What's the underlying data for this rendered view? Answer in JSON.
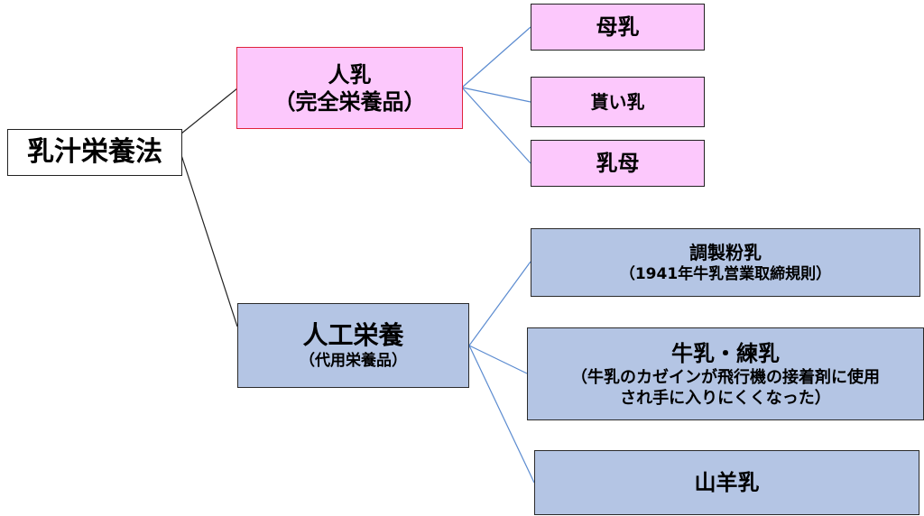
{
  "root": {
    "label": "乳汁栄養法"
  },
  "human_milk": {
    "title": "人乳",
    "subtitle": "（完全栄養品）"
  },
  "human_children": [
    {
      "label": "母乳"
    },
    {
      "label": "貰い乳"
    },
    {
      "label": "乳母"
    }
  ],
  "artificial": {
    "title": "人工栄養",
    "subtitle": "（代用栄養品）"
  },
  "formula": {
    "title": "調製粉乳",
    "subtitle": "（1941年牛乳営業取締規則）"
  },
  "cow_milk": {
    "title": "牛乳・練乳",
    "note_line1": "（牛乳のカゼインが飛行機の接着剤に使用",
    "note_line2": "され手に入りにくくなった）"
  },
  "goat_milk": {
    "label": "山羊乳"
  },
  "colors": {
    "pink_fill": "#fcc8fc",
    "pink_border": "#e0233c",
    "blue_fill": "#b4c5e4",
    "connector_dark": "#222222",
    "connector_blue": "#5b8bd0"
  }
}
